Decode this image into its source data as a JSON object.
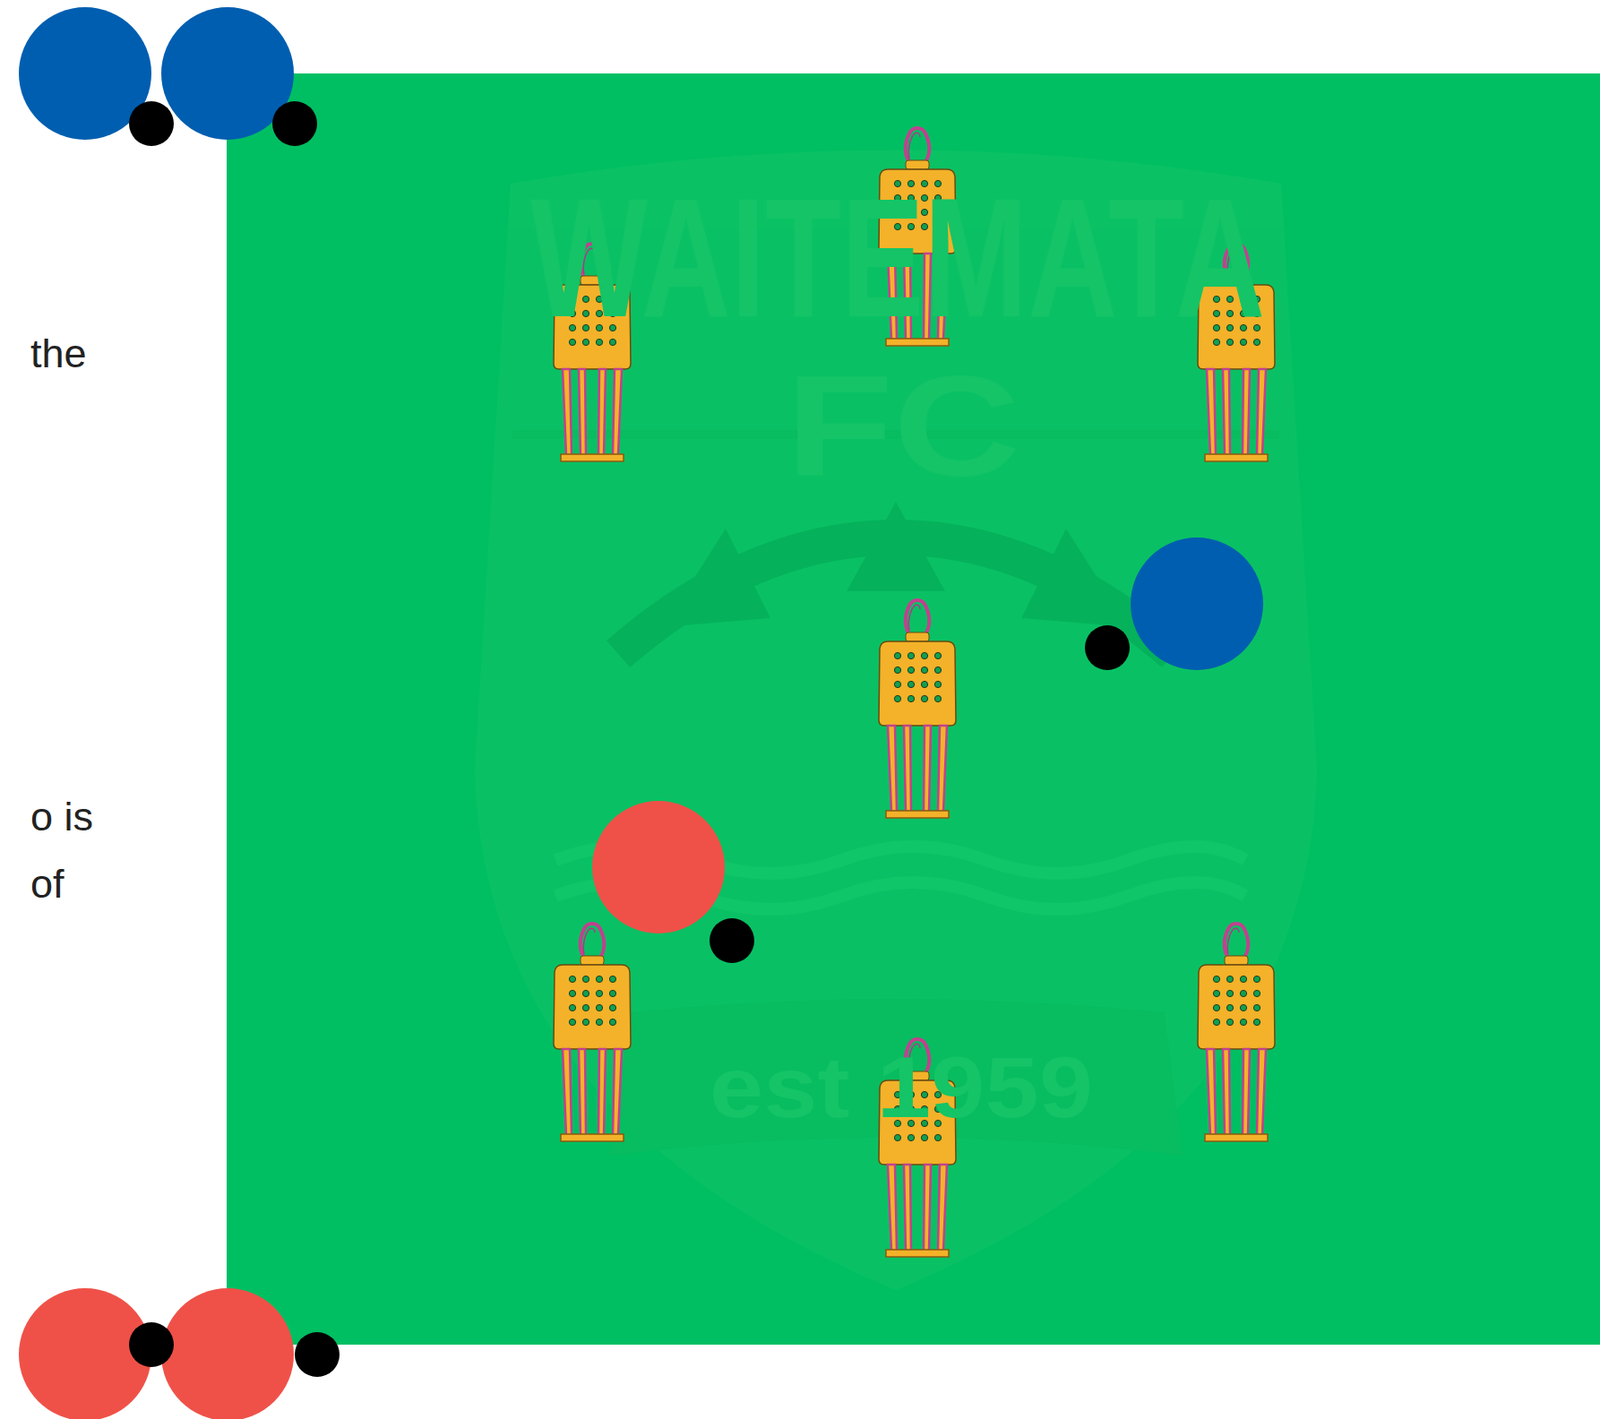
{
  "diagram": {
    "labels": [
      "the",
      "o is",
      "of",
      "WAITEMATA",
      "FC",
      "est 1959"
    ]
  }
}
